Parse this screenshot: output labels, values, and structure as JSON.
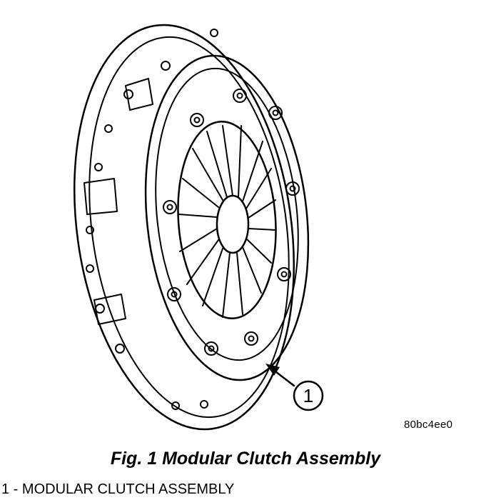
{
  "figure": {
    "callout_label": "1",
    "reference_code": "80bc4ee0",
    "caption": "Fig. 1 Modular Clutch Assembly",
    "legend": [
      {
        "number": "1",
        "separator": " - ",
        "text": "MODULAR CLUTCH ASSEMBLY"
      }
    ]
  },
  "colors": {
    "ink": "#000000",
    "paper": "#ffffff"
  }
}
